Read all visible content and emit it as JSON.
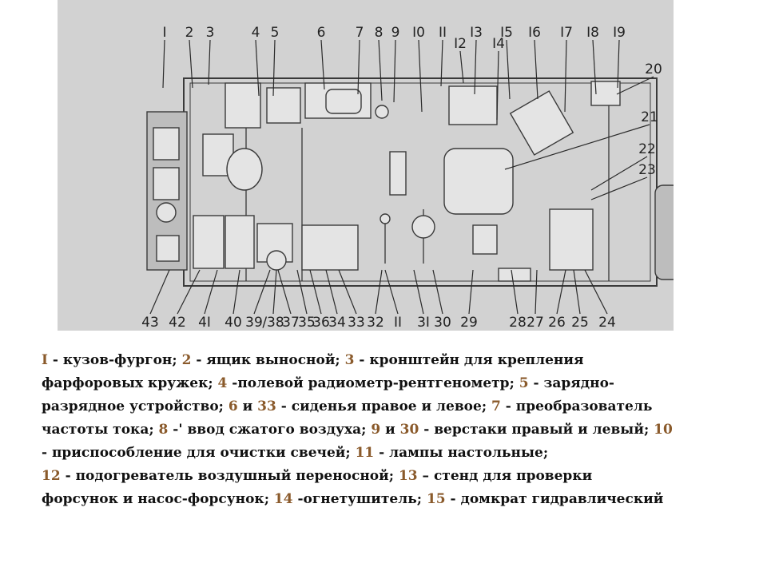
{
  "diagram": {
    "top_labels": [
      "I",
      "2",
      "3",
      "4",
      "5",
      "6",
      "7",
      "8",
      "9",
      "I0",
      "II",
      "I2",
      "I3",
      "I5",
      "I4",
      "I6",
      "I7",
      "I8",
      "I9"
    ],
    "right_labels": [
      "20",
      "21",
      "22",
      "23"
    ],
    "bottom_labels": [
      "43",
      "42",
      "4I",
      "40",
      "39",
      "/38",
      "37",
      "35",
      "36",
      "34",
      "33",
      "32",
      "II",
      "3I",
      "30",
      "29",
      "28",
      "27",
      "26",
      "25",
      "24"
    ]
  },
  "legend": [
    [
      [
        "n",
        "I"
      ],
      [
        "t",
        " - кузов-фургон; "
      ],
      [
        "n",
        "2"
      ],
      [
        "t",
        " - ящик выносной; "
      ],
      [
        "n",
        "3"
      ],
      [
        "t",
        " - кронштейн для крепления"
      ]
    ],
    [
      [
        "t",
        "фарфоровых кружек; "
      ],
      [
        "n",
        "4"
      ],
      [
        "t",
        " -полевой радиометр-рентгенометр; "
      ],
      [
        "n",
        "5"
      ],
      [
        "t",
        " - зарядно-"
      ]
    ],
    [
      [
        "t",
        "разрядное устройство; "
      ],
      [
        "n",
        "6"
      ],
      [
        "t",
        " и "
      ],
      [
        "n",
        "33"
      ],
      [
        "t",
        " - сиденья правое и левое; "
      ],
      [
        "n",
        "7"
      ],
      [
        "t",
        " - преобразователь"
      ]
    ],
    [
      [
        "t",
        "частоты тока; "
      ],
      [
        "n",
        "8"
      ],
      [
        "t",
        " -' ввод сжатого воздуха; "
      ],
      [
        "n",
        "9"
      ],
      [
        "t",
        " и "
      ],
      [
        "n",
        "30"
      ],
      [
        "t",
        " - верстаки правый и левый; "
      ],
      [
        "n",
        "10"
      ]
    ],
    [
      [
        "t",
        "- приспособление для очистки свечей; "
      ],
      [
        "n",
        "11"
      ],
      [
        "t",
        " - лампы настольные;"
      ]
    ],
    [
      [
        "t",
        " "
      ],
      [
        "n",
        "12"
      ],
      [
        "t",
        " - подогреватель воздушный переносной; "
      ],
      [
        "n",
        "13"
      ],
      [
        "t",
        " – стенд для проверки"
      ]
    ],
    [
      [
        "t",
        "форсунок и насос-форсунок; "
      ],
      [
        "n",
        "14"
      ],
      [
        "t",
        " -огнетушитель; "
      ],
      [
        "n",
        "15"
      ],
      [
        "t",
        " - домкрат гидравлический"
      ]
    ]
  ]
}
